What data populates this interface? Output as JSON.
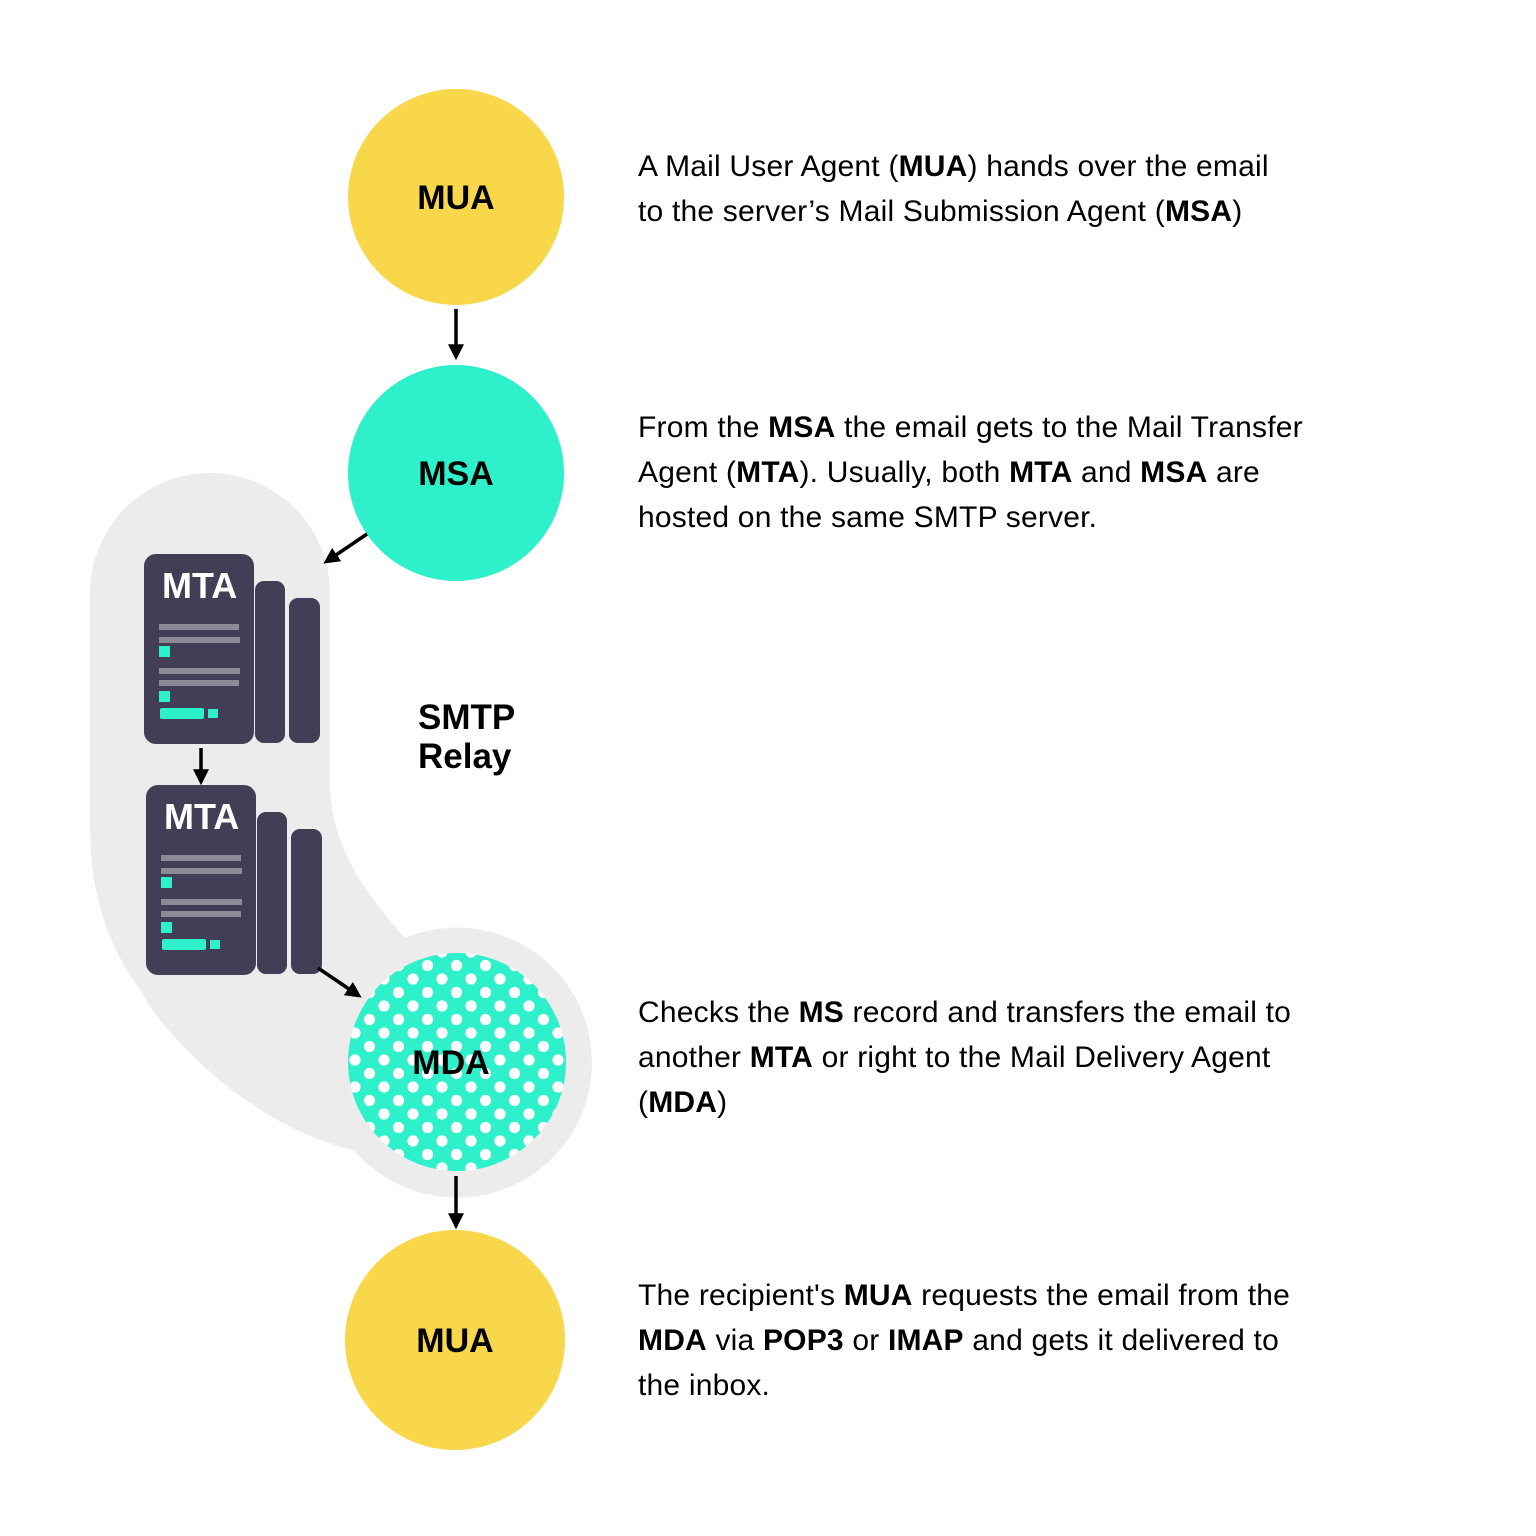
{
  "colors": {
    "yellow": "#F8D74B",
    "teal": "#2EF1CB",
    "blob_gray": "#ECECEC",
    "slate": "#413E55",
    "line_gray": "#8B8A96",
    "dot_white": "#FFFFFF",
    "arrow_black": "#000000"
  },
  "diagram": {
    "nodes": [
      {
        "id": "mua-sender",
        "label": "MUA",
        "shape": "circle",
        "fill": "yellow"
      },
      {
        "id": "msa",
        "label": "MSA",
        "shape": "circle",
        "fill": "teal"
      },
      {
        "id": "mta-1",
        "label": "MTA",
        "shape": "server-stack"
      },
      {
        "id": "mta-2",
        "label": "MTA",
        "shape": "server-stack"
      },
      {
        "id": "mda",
        "label": "MDA",
        "shape": "circle-dotted",
        "fill": "teal-dots"
      },
      {
        "id": "mua-recipient",
        "label": "MUA",
        "shape": "circle",
        "fill": "yellow"
      }
    ],
    "smtp_relay_label": [
      "SMTP",
      "Relay"
    ]
  },
  "annotations": [
    {
      "id": "mua-to-msa",
      "lines": [
        [
          {
            "t": "A Mail User Agent ("
          },
          {
            "t": "MUA",
            "b": true
          },
          {
            "t": ") hands over the email"
          }
        ],
        [
          {
            "t": "to the server’s Mail Submission Agent ("
          },
          {
            "t": "MSA",
            "b": true
          },
          {
            "t": ")"
          }
        ]
      ]
    },
    {
      "id": "msa-to-mta",
      "lines": [
        [
          {
            "t": "From the "
          },
          {
            "t": "MSA",
            "b": true
          },
          {
            "t": " the email gets to the Mail Transfer"
          }
        ],
        [
          {
            "t": "Agent ("
          },
          {
            "t": "MTA",
            "b": true
          },
          {
            "t": "). Usually, both "
          },
          {
            "t": "MTA",
            "b": true
          },
          {
            "t": " and "
          },
          {
            "t": "MSA",
            "b": true
          },
          {
            "t": " are"
          }
        ],
        [
          {
            "t": "hosted on the same SMTP server."
          }
        ]
      ]
    },
    {
      "id": "mta-to-mda",
      "lines": [
        [
          {
            "t": "Checks the "
          },
          {
            "t": "MS",
            "b": true
          },
          {
            "t": " record and transfers the email to"
          }
        ],
        [
          {
            "t": "another "
          },
          {
            "t": "MTA",
            "b": true
          },
          {
            "t": " or right to the Mail Delivery Agent"
          }
        ],
        [
          {
            "t": "("
          },
          {
            "t": "MDA",
            "b": true
          },
          {
            "t": ")"
          }
        ]
      ]
    },
    {
      "id": "mda-to-mua",
      "lines": [
        [
          {
            "t": "The recipient's "
          },
          {
            "t": "MUA",
            "b": true
          },
          {
            "t": " requests the email from the"
          }
        ],
        [
          {
            "t": "MDA",
            "b": true
          },
          {
            "t": " via "
          },
          {
            "t": "POP3",
            "b": true
          },
          {
            "t": " or "
          },
          {
            "t": "IMAP",
            "b": true
          },
          {
            "t": " and gets it delivered to"
          }
        ],
        [
          {
            "t": "the inbox."
          }
        ]
      ]
    }
  ]
}
